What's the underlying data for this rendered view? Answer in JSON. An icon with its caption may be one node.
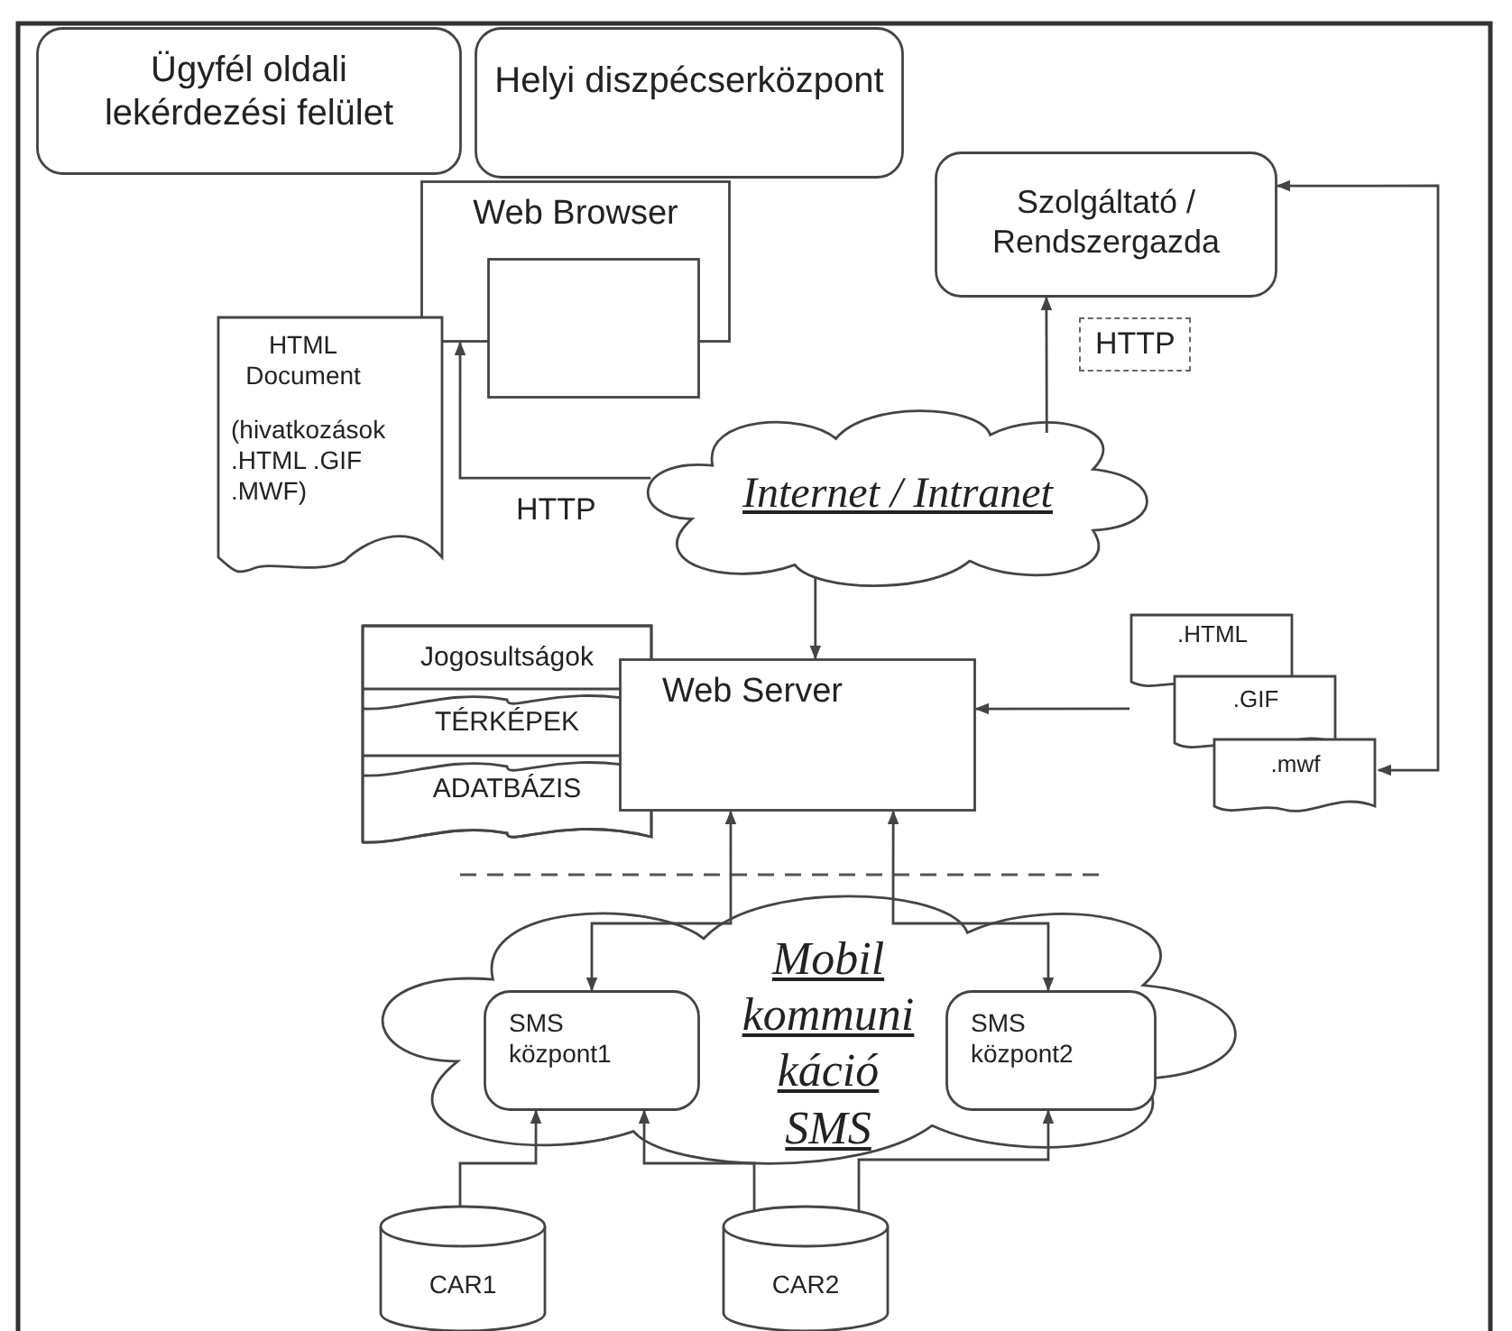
{
  "diagram": {
    "nodes": [
      {
        "text": [
          "Ügyfél oldali lekérdezési felület"
        ]
      },
      {
        "text": [
          "Helyi diszpécserközpont"
        ]
      },
      {
        "text": [
          "Szolgáltató / Rendszergazda"
        ]
      },
      {
        "text": [
          "Web Browser"
        ]
      },
      {
        "text": [],
        "shape": "box"
      },
      {
        "text": [
          "HTML Document",
          "(hivatkozások .HTML .GIF .MWF)"
        ]
      },
      {
        "text": [
          "Internet / Intranet"
        ]
      },
      {
        "text": [
          "Jogosultságok",
          "TÉRKÉPEK",
          "ADATBÁZIS"
        ]
      },
      {
        "text": [
          "Web Server"
        ]
      },
      {
        "text": [
          ".HTML",
          ".GIF",
          ".mwf"
        ]
      },
      {
        "text": [
          "Mobil kommuni káció SMS"
        ]
      },
      {
        "text": [
          "SMS központ1"
        ],
        "in": 10
      },
      {
        "text": [
          "SMS központ2"
        ],
        "in": 10
      },
      {
        "text": [
          "CAR1"
        ]
      },
      {
        "text": [
          "CAR2"
        ]
      }
    ],
    "edges": [
      {
        "from": 6,
        "to": 3,
        "arrow": "to",
        "label": "HTTP"
      },
      {
        "from": 6,
        "to": 2,
        "arrow": "to",
        "label": "HTTP"
      },
      {
        "from": 6,
        "to": 8,
        "arrow": "to"
      },
      {
        "from": 9,
        "to": 8,
        "arrow": "to"
      },
      {
        "from": 2,
        "to": 9,
        "arrow": "both"
      },
      {
        "from": 8,
        "to": 11,
        "arrow": "both"
      },
      {
        "from": 8,
        "to": 12,
        "arrow": "both"
      },
      {
        "from": 13,
        "to": 11,
        "arrow": "to"
      },
      {
        "from": 14,
        "to": 11,
        "arrow": "to"
      },
      {
        "from": 14,
        "to": 12,
        "arrow": "to"
      }
    ]
  }
}
